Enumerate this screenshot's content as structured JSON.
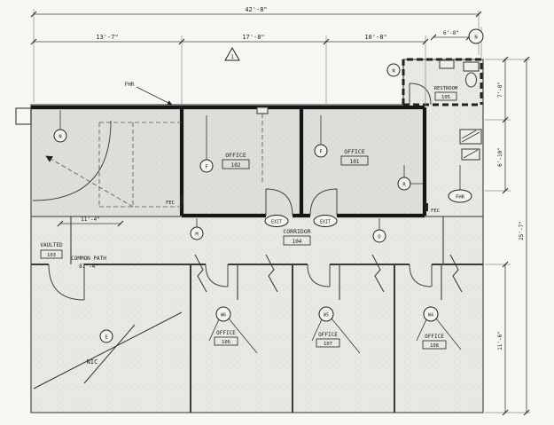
{
  "dimensions": {
    "overall_width": "42'-8\"",
    "seg_left": "13'-7\"",
    "seg_mid": "17'-8\"",
    "seg_right": "10'-8\"",
    "top_right": "6'-8\"",
    "right_upper": "7'-8\"",
    "right_mid": "6'-10\"",
    "right_overall": "25'-7\"",
    "right_lower": "11'-6\"",
    "left_inner": "11'-4\""
  },
  "rooms": {
    "office_102": {
      "label": "OFFICE",
      "number": "102"
    },
    "office_101": {
      "label": "OFFICE",
      "number": "101"
    },
    "restroom": {
      "label": "RESTROOM",
      "number": "105"
    },
    "corridor": {
      "label": "CORRIDOR",
      "number": "104"
    },
    "vaulted": {
      "label": "VAULTED",
      "number": "103"
    },
    "office_a": {
      "label": "OFFICE",
      "number": "106"
    },
    "office_b": {
      "label": "OFFICE",
      "number": "107"
    },
    "office_c": {
      "label": "OFFICE",
      "number": "108"
    },
    "common_path": {
      "label": "COMMON PATH",
      "length": "87'-4\""
    },
    "nic": {
      "label": "NIC"
    }
  },
  "markers": {
    "fhr_top": "FHR",
    "fhr_right": "FHR",
    "fec_left": "FEC",
    "fec_right": "FEC",
    "exit_left": "EXIT",
    "exit_right": "EXIT",
    "revision": "1",
    "tags": {
      "n_grid": "N",
      "n_restroom": "N",
      "n_left": "N",
      "f_102": "F",
      "f_101": "F",
      "r_101": "R",
      "m_corridor": "M",
      "d_corridor": "D",
      "e_room": "E",
      "w_a": "W6",
      "w_b": "W5",
      "w_c": "W4"
    }
  }
}
